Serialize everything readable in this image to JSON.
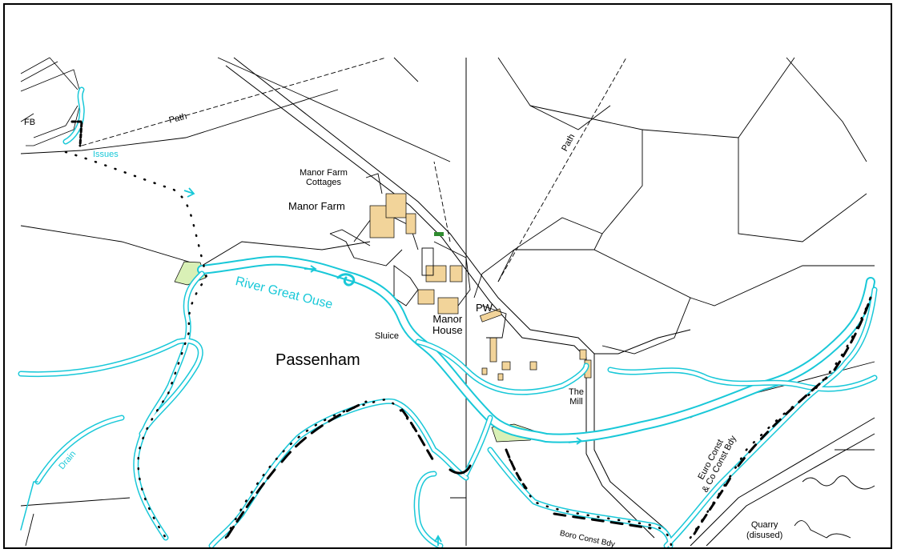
{
  "map": {
    "place_name": "Passenham",
    "labels": {
      "river": "River Great Ouse",
      "manor_farm_cottages": "Manor Farm\nCottages",
      "manor_farm": "Manor Farm",
      "pw": "PW",
      "manor_house": "Manor\nHouse",
      "sluice": "Sluice",
      "the_mill": "The\nMill",
      "path_west": "Path",
      "path_east": "Path",
      "issues": "Issues",
      "drain": "Drain",
      "fb": "FB",
      "euro_const": "Euro Const\n& Co Const Bdy",
      "boro_const": "Boro Const Bdy",
      "quarry": "Quarry\n(disused)"
    },
    "colors": {
      "water": "#19c8d8",
      "water_fill": "#d8f4f7",
      "building": "#f2d49a",
      "grass": "#d9f0b6",
      "boundary": "#000000",
      "green_patch": "#2e8b2e"
    },
    "icons": [
      "flow-arrow-icon"
    ]
  }
}
